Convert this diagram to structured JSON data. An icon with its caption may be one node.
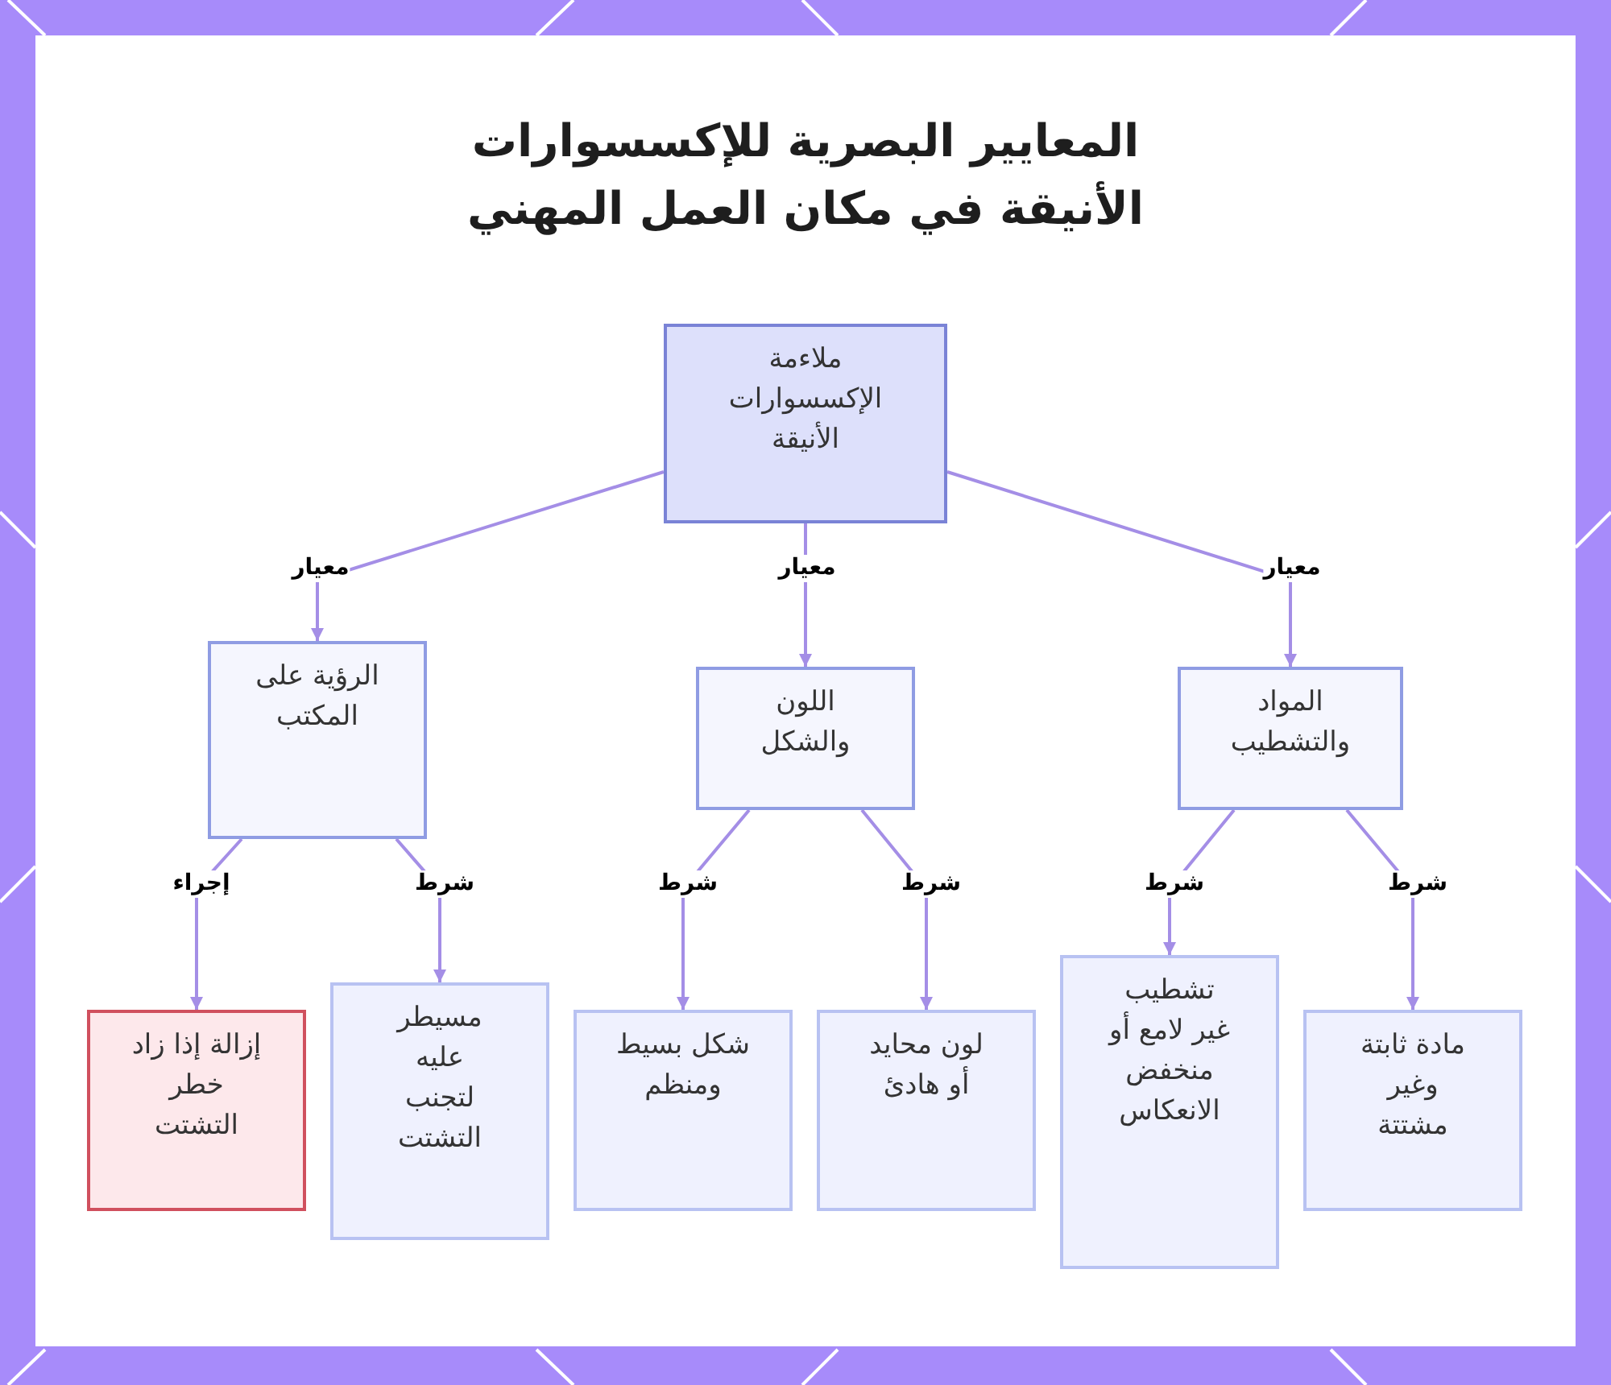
{
  "diagram": {
    "title": "المعايير البصرية للإكسسوارات الأنيقة في مكان العمل المهني",
    "nodes": [
      {
        "text": [
          "ملاءمة الإكسسوارات الأنيقة"
        ]
      },
      {
        "text": [
          "المواد والتشطيب"
        ]
      },
      {
        "text": [
          "اللون والشكل"
        ]
      },
      {
        "text": [
          "الرؤية على المكتب"
        ]
      },
      {
        "text": [
          "مادة ثابتة وغير مشتتة"
        ]
      },
      {
        "text": [
          "تشطيب غير لامع أو منخفض الانعكاس"
        ]
      },
      {
        "text": [
          "لون محايد أو هادئ"
        ]
      },
      {
        "text": [
          "شكل بسيط ومنظم"
        ]
      },
      {
        "text": [
          "مسيطر عليه لتجنب التشتت"
        ]
      },
      {
        "text": [
          "إزالة إذا زاد خطر التشتت"
        ]
      }
    ],
    "edges": [
      {
        "from": 0,
        "to": 1,
        "arrow": "to",
        "label": "معيار"
      },
      {
        "from": 0,
        "to": 2,
        "arrow": "to",
        "label": "معيار"
      },
      {
        "from": 0,
        "to": 3,
        "arrow": "to",
        "label": "معيار"
      },
      {
        "from": 1,
        "to": 4,
        "arrow": "to",
        "label": "شرط"
      },
      {
        "from": 1,
        "to": 5,
        "arrow": "to",
        "label": "شرط"
      },
      {
        "from": 2,
        "to": 6,
        "arrow": "to",
        "label": "شرط"
      },
      {
        "from": 2,
        "to": 7,
        "arrow": "to",
        "label": "شرط"
      },
      {
        "from": 3,
        "to": 8,
        "arrow": "to",
        "label": "شرط"
      },
      {
        "from": 3,
        "to": 9,
        "arrow": "to",
        "label": "إجراء"
      }
    ]
  }
}
